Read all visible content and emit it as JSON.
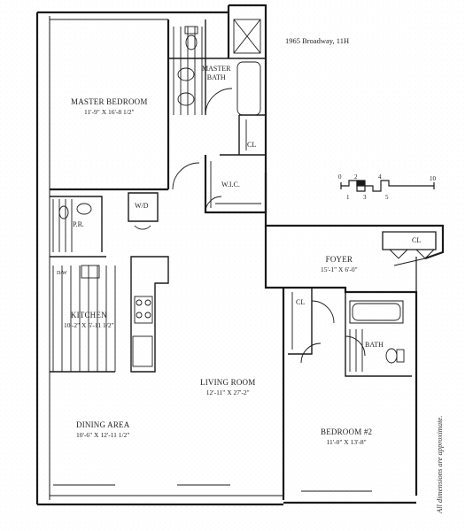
{
  "address": "1965 Broadway, 11H",
  "note": "All dimensions are approximate.",
  "rooms": {
    "master_bedroom": {
      "name": "MASTER BEDROOM",
      "dims": "11'-9\" X 16'-8 1/2\""
    },
    "master_bath": {
      "name_line1": "MASTER",
      "name_line2": "BATH"
    },
    "wic": {
      "name": "W.I.C."
    },
    "cl_master": {
      "name": "CL"
    },
    "wd": {
      "name": "W/D"
    },
    "pr": {
      "name": "P.R."
    },
    "kitchen": {
      "name": "KITCHEN",
      "dims": "10'-2\" X 5'-11 1/2\""
    },
    "dw": {
      "name": "D/W"
    },
    "foyer": {
      "name": "FOYER",
      "dims": "15'-1\" X 6'-0\""
    },
    "cl_foyer": {
      "name": "CL"
    },
    "cl_bed2": {
      "name": "CL"
    },
    "bath": {
      "name": "BATH"
    },
    "living_room": {
      "name": "LIVING ROOM",
      "dims": "12'-11\" X 27'-2\""
    },
    "dining_area": {
      "name": "DINING AREA",
      "dims": "10'-6\" X 12'-11 1/2\""
    },
    "bedroom2": {
      "name": "BEDROOM #2",
      "dims": "11'-0\" X 13'-8\""
    }
  },
  "scale": {
    "labels": [
      "0",
      "1",
      "2",
      "3",
      "4",
      "5",
      "10"
    ]
  },
  "colors": {
    "line": "#1a1a1a",
    "paper": "#ffffff"
  }
}
